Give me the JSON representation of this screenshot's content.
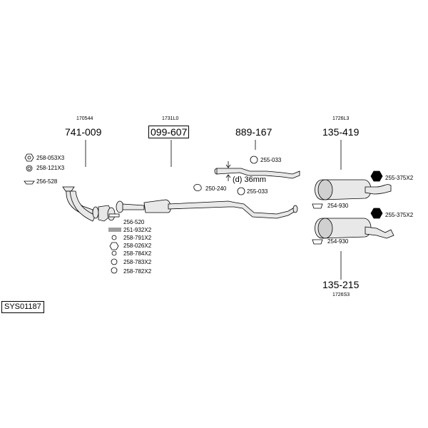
{
  "groups": [
    {
      "ref": "170544",
      "part": "741-009",
      "boxed": false
    },
    {
      "ref": "1731L0",
      "part": "099-607",
      "boxed": true
    },
    {
      "ref": "",
      "part": "889-167",
      "boxed": false
    },
    {
      "ref": "1726L3",
      "part": "135-419",
      "boxed": false
    },
    {
      "ref": "1726S3",
      "part": "135-215",
      "boxed": false
    }
  ],
  "codes_left": [
    "258-053X3",
    "258-121X3",
    "256-528"
  ],
  "codes_mid": [
    "256-520",
    "251-932X2",
    "258-791X2",
    "258-026X2",
    "258-784X2",
    "258-783X2",
    "258-782X2"
  ],
  "codes_center": [
    "255-033",
    "250-240",
    "255-033"
  ],
  "codes_right": [
    "255-375X2",
    "254-930",
    "255-375X2",
    "254-930"
  ],
  "dimension_note": "(d) 36mm",
  "system_id": "SYS01187"
}
